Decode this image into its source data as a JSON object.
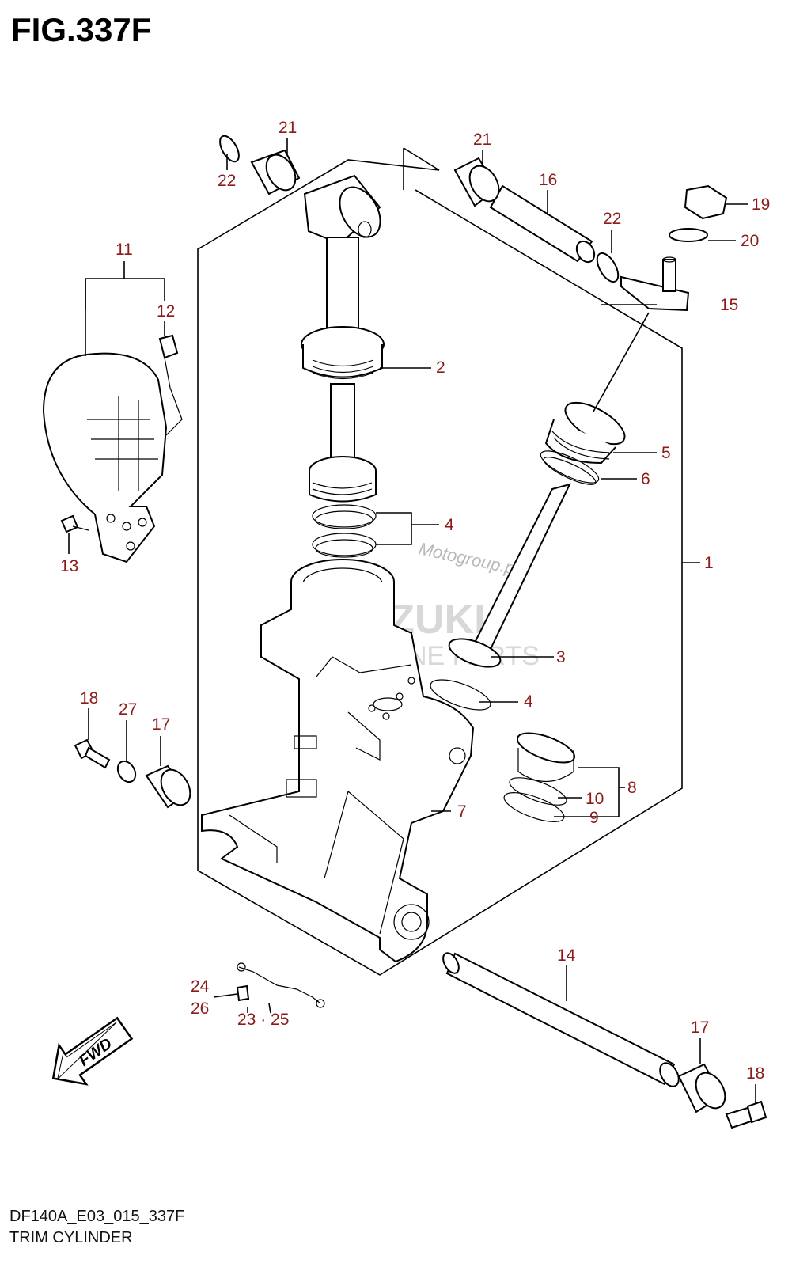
{
  "figure": {
    "title": "FIG.337F",
    "code": "DF140A_E03_015_337F",
    "name": "TRIM CYLINDER"
  },
  "watermarks": {
    "w1": "Motogroup.pl",
    "w2": "SUZUKI",
    "w3": "MARINE PARTS"
  },
  "fwd_label": "FWD",
  "callouts": {
    "c1": "1",
    "c2": "2",
    "c3": "3",
    "c4a": "4",
    "c4b": "4",
    "c5": "5",
    "c6": "6",
    "c7": "7",
    "c8": "8",
    "c9": "9",
    "c10": "10",
    "c11": "11",
    "c12": "12",
    "c13": "13",
    "c14": "14",
    "c15": "15",
    "c16": "16",
    "c17a": "17",
    "c17b": "17",
    "c18a": "18",
    "c18b": "18",
    "c19": "19",
    "c20": "20",
    "c21a": "21",
    "c21b": "21",
    "c22a": "22",
    "c22b": "22",
    "c23_25": "23 · 25",
    "c24": "24",
    "c26": "26",
    "c27": "27"
  },
  "colors": {
    "callout": "#8b1a1a",
    "line": "#000000",
    "watermark": "#b9b9b9"
  }
}
